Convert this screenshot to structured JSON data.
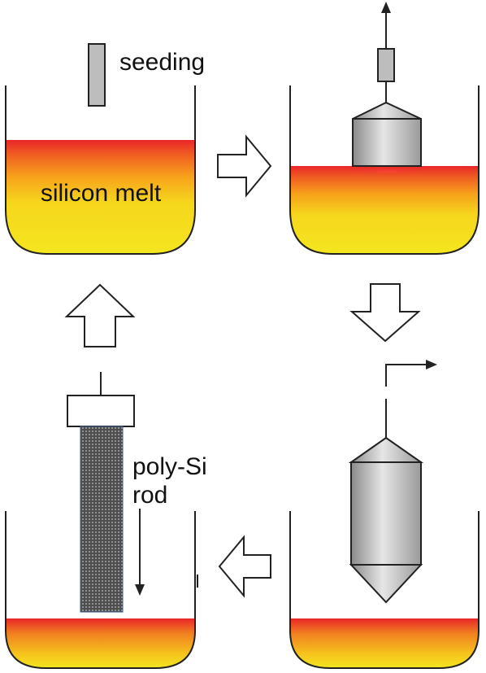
{
  "labels": {
    "seeding": "seeding",
    "silicon_melt": "silicon melt",
    "poly_si": "poly-Si",
    "rod": "rod"
  },
  "colors": {
    "melt_top": "#e8262a",
    "melt_mid": "#f7a21b",
    "melt_bottom": "#f4e61f",
    "crystal_dark": "#8f8f8f",
    "crystal_light": "#e2e2e2",
    "outline": "#222222",
    "rod_mesh": "#555555"
  }
}
